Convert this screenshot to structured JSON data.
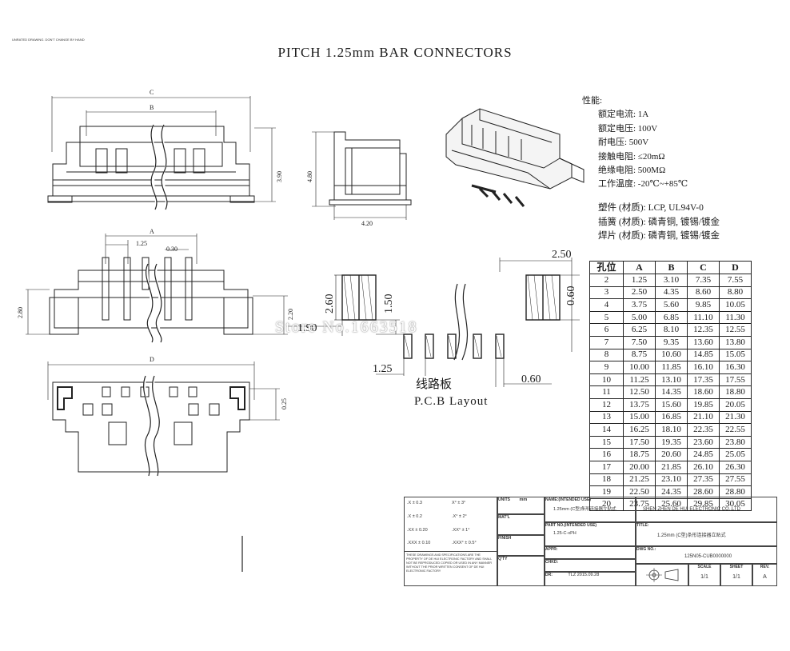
{
  "header": {
    "note": "UNRATED DRAWING. DON'T CHANGE BY HAND",
    "title": "PITCH 1.25mm BAR CONNECTORS"
  },
  "specs": {
    "heading": "性能:",
    "items": [
      "额定电流: 1A",
      "额定电压: 100V",
      "耐电压: 500V",
      "接触电阻: ≤20mΩ",
      "绝缘电阻: 500MΩ",
      "工作温度: -20℃~+85℃"
    ]
  },
  "materials": [
    "塑件 (材质): LCP, UL94V-0",
    "插簧 (材质): 磷青铜, 镀锡/镀金",
    "焊片 (材质): 磷青铜, 镀锡/镀金"
  ],
  "dimensions": {
    "top_view": {
      "c": "C",
      "b": "B",
      "height": "3.90"
    },
    "side_view": {
      "height": "4.80",
      "width": "4.20"
    },
    "front_view": {
      "a": "A",
      "pitch": "1.25",
      "pin": "0.30",
      "left": "2.80",
      "right": "2.20"
    },
    "bottom_view": {
      "d": "D",
      "right": "0.25"
    }
  },
  "pcb_layout": {
    "label_cn": "线路板",
    "label_en": "P.C.B Layout",
    "dims": {
      "pad_w": "2.50",
      "pad_h_left": "2.60",
      "pad_h_right": "0.60",
      "pad_gap": "1.50",
      "offset": "1.90",
      "pitch": "1.25",
      "pin_w": "0.60"
    }
  },
  "watermark": "Store No.1663518",
  "table": {
    "headers": [
      "孔位",
      "A",
      "B",
      "C",
      "D"
    ],
    "rows": [
      [
        "2",
        "1.25",
        "3.10",
        "7.35",
        "7.55"
      ],
      [
        "3",
        "2.50",
        "4.35",
        "8.60",
        "8.80"
      ],
      [
        "4",
        "3.75",
        "5.60",
        "9.85",
        "10.05"
      ],
      [
        "5",
        "5.00",
        "6.85",
        "11.10",
        "11.30"
      ],
      [
        "6",
        "6.25",
        "8.10",
        "12.35",
        "12.55"
      ],
      [
        "7",
        "7.50",
        "9.35",
        "13.60",
        "13.80"
      ],
      [
        "8",
        "8.75",
        "10.60",
        "14.85",
        "15.05"
      ],
      [
        "9",
        "10.00",
        "11.85",
        "16.10",
        "16.30"
      ],
      [
        "10",
        "11.25",
        "13.10",
        "17.35",
        "17.55"
      ],
      [
        "11",
        "12.50",
        "14.35",
        "18.60",
        "18.80"
      ],
      [
        "12",
        "13.75",
        "15.60",
        "19.85",
        "20.05"
      ],
      [
        "13",
        "15.00",
        "16.85",
        "21.10",
        "21.30"
      ],
      [
        "14",
        "16.25",
        "18.10",
        "22.35",
        "22.55"
      ],
      [
        "15",
        "17.50",
        "19.35",
        "23.60",
        "23.80"
      ],
      [
        "16",
        "18.75",
        "20.60",
        "24.85",
        "25.05"
      ],
      [
        "17",
        "20.00",
        "21.85",
        "26.10",
        "26.30"
      ],
      [
        "18",
        "21.25",
        "23.10",
        "27.35",
        "27.55"
      ],
      [
        "19",
        "22.50",
        "24.35",
        "28.60",
        "28.80"
      ],
      [
        "20",
        "23.75",
        "25.60",
        "29.85",
        "30.05"
      ]
    ]
  },
  "title_block": {
    "tol1": ".X ± 0.3",
    "tol1b": "X° ± 3°",
    "tol2": ".X ± 0.2",
    "tol2b": ".X° ± 2°",
    "tol3": ".XX ± 0.20",
    "tol3b": ".XX° ± 1°",
    "tol4": ".XXX ± 0.10",
    "tol4b": ".XXX° ± 0.5°",
    "units_label": "UNITS",
    "units_val": "mm",
    "matl_label": "MAT'L",
    "finish_label": "FINISH",
    "qty_label": "Q'TY",
    "name_label": "NAME:(INTENDED USE)",
    "name_val": "1.25mm (C型)条形连接器立贴式",
    "partno_label": "PART NO.(INTENDED USE)",
    "partno_val": "1.25-C-xPH",
    "appr_label": "APPR:",
    "chkd_label": "CHKD:",
    "dr_label": "DR:",
    "dr_val": "TLZ 2015.09.28",
    "company": "SHEN ZHEN DE HUI ELECTRONIC CO.,LTD",
    "title_label": "TITLE:",
    "title_val": "1.25mm (C型)条形连接器立贴式",
    "dwg_label": "DWG NO.:",
    "dwg_val": "125N05-CUB0000000",
    "scale_label": "SCALE",
    "scale_val": "1/1",
    "sheet_label": "SHEET",
    "sheet_val": "1/1",
    "rev_label": "REV.",
    "rev_val": "A",
    "notice": "THESE DRAWINGS AND SPECIFICATIONS ARE THE PROPERTY OF DE HUI ELECTRONIC FACTORY AND SHALL NOT BE REPRODUCED COPIED OR USED IN ANY MANNER WITHOUT THE PRIOR WRITTEN CONSENT OF DE HUI ELECTRONIC FACTORY"
  }
}
